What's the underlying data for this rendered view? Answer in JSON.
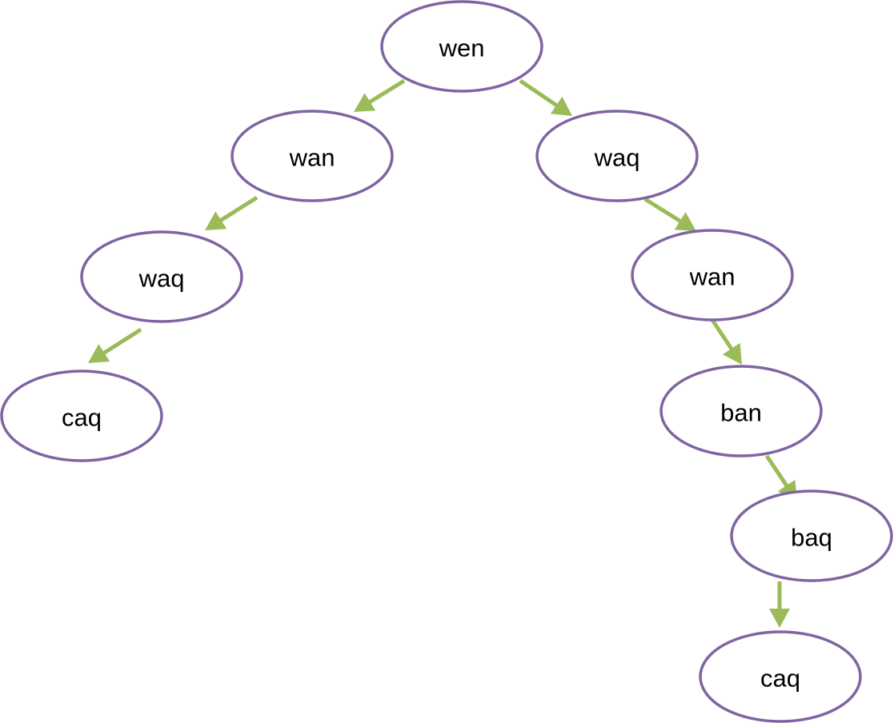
{
  "colors": {
    "node_stroke": "#8064a2",
    "node_fill": "#ffffff",
    "arrow": "#9bbb59",
    "text": "#000000"
  },
  "diagram": {
    "type": "tree",
    "nodes": [
      {
        "id": "n1",
        "label": "wen"
      },
      {
        "id": "n2",
        "label": "wan"
      },
      {
        "id": "n3",
        "label": "waq"
      },
      {
        "id": "n4",
        "label": "caq"
      },
      {
        "id": "n5",
        "label": "waq"
      },
      {
        "id": "n6",
        "label": "wan"
      },
      {
        "id": "n7",
        "label": "ban"
      },
      {
        "id": "n8",
        "label": "baq"
      },
      {
        "id": "n9",
        "label": "caq"
      }
    ],
    "edges": [
      {
        "from": "n1",
        "to": "n2"
      },
      {
        "from": "n2",
        "to": "n3"
      },
      {
        "from": "n3",
        "to": "n4"
      },
      {
        "from": "n1",
        "to": "n5"
      },
      {
        "from": "n5",
        "to": "n6"
      },
      {
        "from": "n6",
        "to": "n7"
      },
      {
        "from": "n7",
        "to": "n8"
      },
      {
        "from": "n8",
        "to": "n9"
      }
    ]
  }
}
